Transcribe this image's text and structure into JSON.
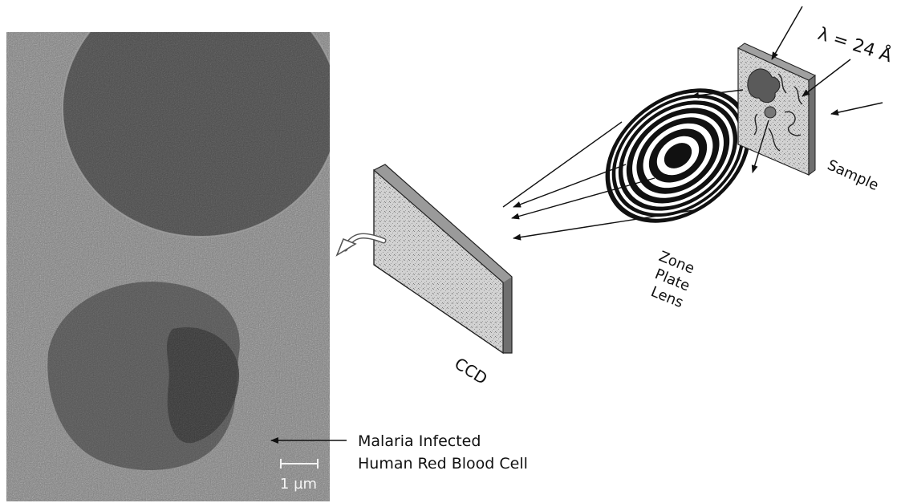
{
  "figure": {
    "micrograph": {
      "scale_bar_label": "1 µm"
    },
    "wavelength_label": "λ = 24 Å",
    "sample_label": "Sample",
    "zone_plate_label": [
      "Zone",
      "Plate",
      "Lens"
    ],
    "ccd_label": "CCD",
    "cell_caption": [
      "Malaria Infected",
      "Human Red Blood Cell"
    ]
  }
}
